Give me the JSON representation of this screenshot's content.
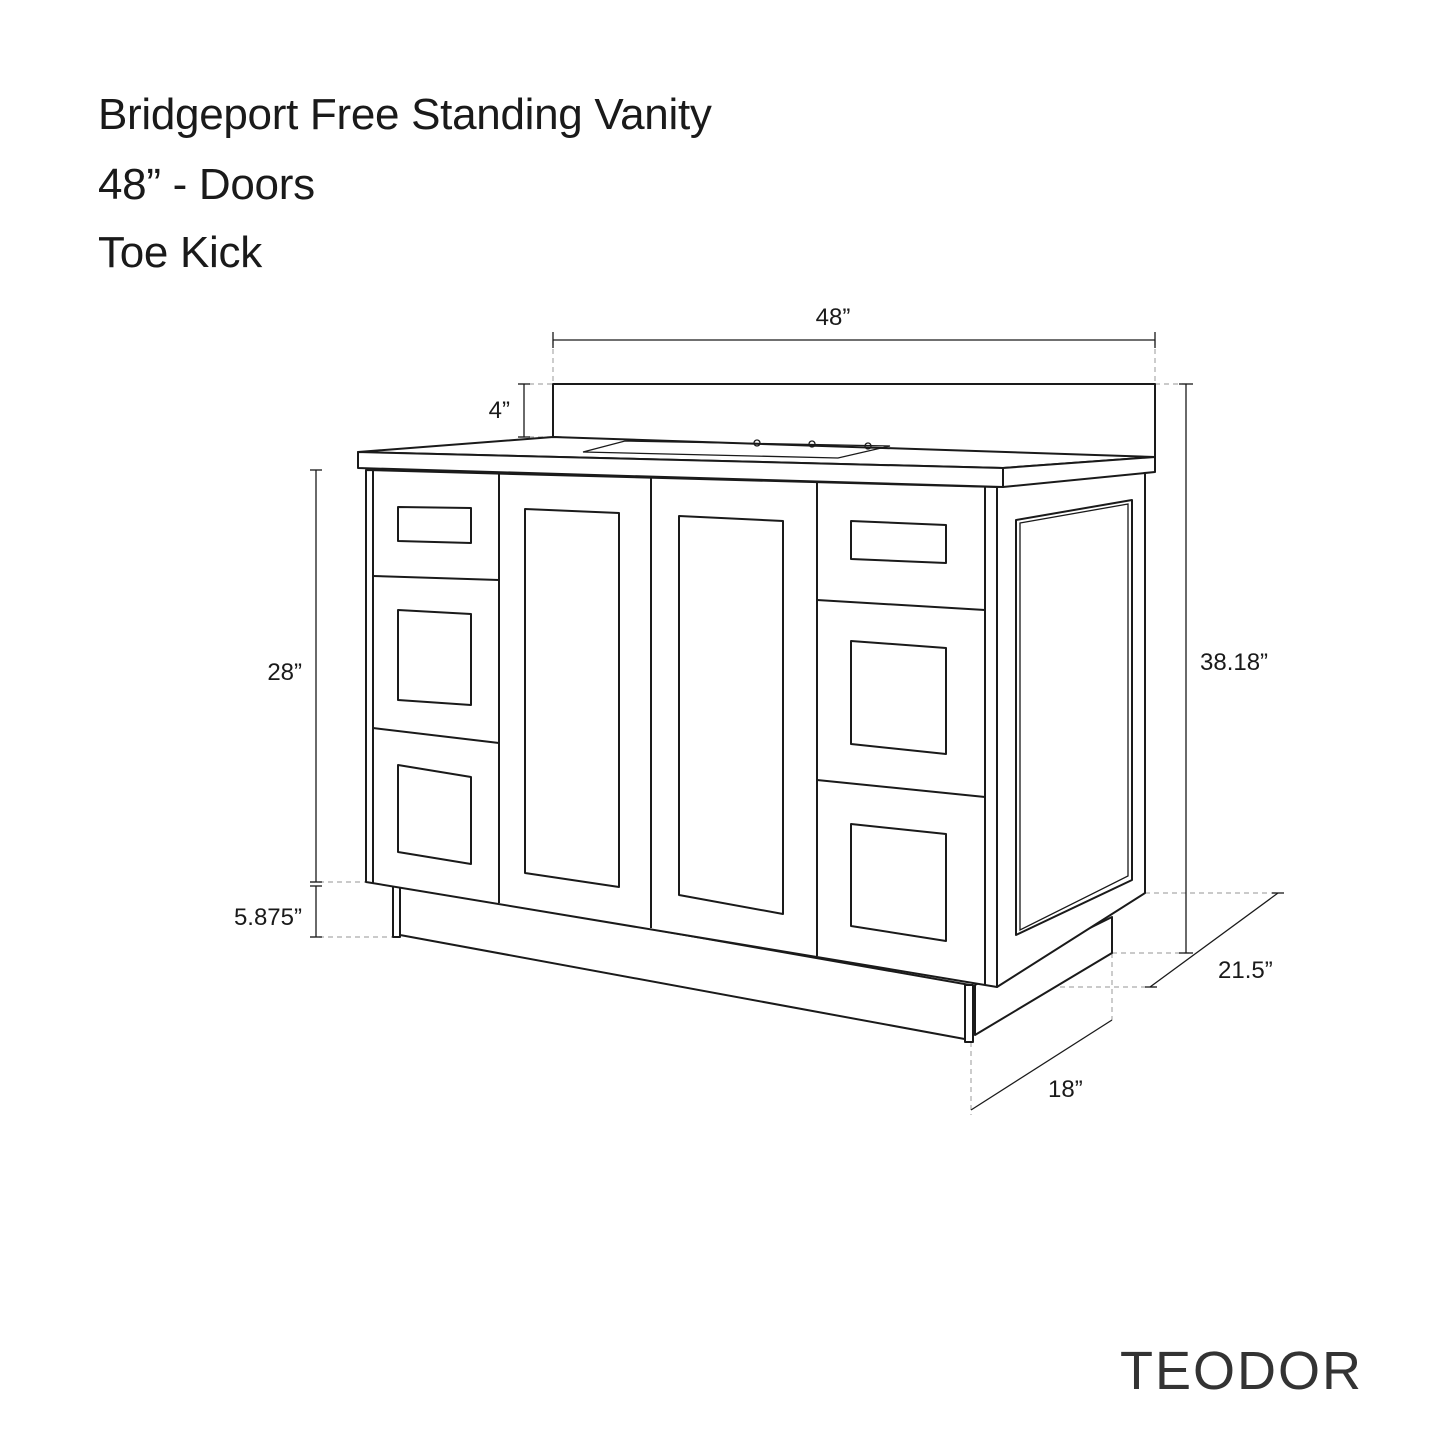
{
  "title": {
    "line1": "Bridgeport Free Standing Vanity",
    "line2": "48” - Doors",
    "line3": "Toe Kick"
  },
  "dimensions": {
    "width": "48”",
    "backsplash": "4”",
    "cabinet_height": "28”",
    "toe_kick": "5.875”",
    "total_height": "38.18”",
    "top_depth": "21.5”",
    "cabinet_depth": "18”"
  },
  "brand": "TEODOR"
}
